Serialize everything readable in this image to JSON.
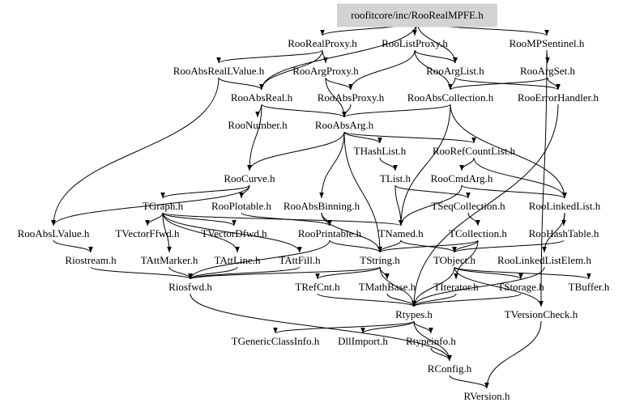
{
  "graph": {
    "title": "roofitcore/inc/RooRealMPFE.h",
    "root": "roofitcore/inc/RooRealMPFE.h",
    "nodes": [
      {
        "id": "root",
        "label": "roofitcore/inc/RooRealMPFE.h",
        "highlight": true
      },
      {
        "id": "RooRealProxy",
        "label": "RooRealProxy.h"
      },
      {
        "id": "RooListProxy",
        "label": "RooListProxy.h"
      },
      {
        "id": "RooMPSentinel",
        "label": "RooMPSentinel.h"
      },
      {
        "id": "RooAbsRealLValue",
        "label": "RooAbsRealLValue.h"
      },
      {
        "id": "RooArgProxy",
        "label": "RooArgProxy.h"
      },
      {
        "id": "RooArgList",
        "label": "RooArgList.h"
      },
      {
        "id": "RooArgSet",
        "label": "RooArgSet.h"
      },
      {
        "id": "RooAbsReal",
        "label": "RooAbsReal.h"
      },
      {
        "id": "RooAbsProxy",
        "label": "RooAbsProxy.h"
      },
      {
        "id": "RooAbsCollection",
        "label": "RooAbsCollection.h"
      },
      {
        "id": "RooErrorHandler",
        "label": "RooErrorHandler.h"
      },
      {
        "id": "RooNumber",
        "label": "RooNumber.h"
      },
      {
        "id": "RooAbsArg",
        "label": "RooAbsArg.h"
      },
      {
        "id": "THashList",
        "label": "THashList.h"
      },
      {
        "id": "RooRefCountList",
        "label": "RooRefCountList.h"
      },
      {
        "id": "RooCurve",
        "label": "RooCurve.h"
      },
      {
        "id": "TList",
        "label": "TList.h"
      },
      {
        "id": "RooCmdArg",
        "label": "RooCmdArg.h"
      },
      {
        "id": "TGraph",
        "label": "TGraph.h"
      },
      {
        "id": "RooPlotable",
        "label": "RooPlotable.h"
      },
      {
        "id": "RooAbsBinning",
        "label": "RooAbsBinning.h"
      },
      {
        "id": "TSeqCollection",
        "label": "TSeqCollection.h"
      },
      {
        "id": "RooLinkedList",
        "label": "RooLinkedList.h"
      },
      {
        "id": "RooAbsLValue",
        "label": "RooAbsLValue.h"
      },
      {
        "id": "TVectorFfwd",
        "label": "TVectorFfwd.h"
      },
      {
        "id": "TVectorDfwd",
        "label": "TVectorDfwd.h"
      },
      {
        "id": "RooPrintable",
        "label": "RooPrintable.h"
      },
      {
        "id": "TNamed",
        "label": "TNamed.h"
      },
      {
        "id": "TCollection",
        "label": "TCollection.h"
      },
      {
        "id": "RooHashTable",
        "label": "RooHashTable.h"
      },
      {
        "id": "Riostream",
        "label": "Riostream.h"
      },
      {
        "id": "TAttMarker",
        "label": "TAttMarker.h"
      },
      {
        "id": "TAttLine",
        "label": "TAttLine.h"
      },
      {
        "id": "TAttFill",
        "label": "TAttFill.h"
      },
      {
        "id": "TString",
        "label": "TString.h"
      },
      {
        "id": "TObject",
        "label": "TObject.h"
      },
      {
        "id": "RooLinkedListElem",
        "label": "RooLinkedListElem.h"
      },
      {
        "id": "Riosfwd",
        "label": "Riosfwd.h"
      },
      {
        "id": "TRefCnt",
        "label": "TRefCnt.h"
      },
      {
        "id": "TMathBase",
        "label": "TMathBase.h"
      },
      {
        "id": "TIterator",
        "label": "TIterator.h"
      },
      {
        "id": "TStorage",
        "label": "TStorage.h"
      },
      {
        "id": "TBuffer",
        "label": "TBuffer.h"
      },
      {
        "id": "Rtypes",
        "label": "Rtypes.h"
      },
      {
        "id": "TVersionCheck",
        "label": "TVersionCheck.h"
      },
      {
        "id": "TGenericClassInfo",
        "label": "TGenericClassInfo.h"
      },
      {
        "id": "DllImport",
        "label": "DllImport.h"
      },
      {
        "id": "Rtypeinfo",
        "label": "Rtypeinfo.h"
      },
      {
        "id": "RConfig",
        "label": "RConfig.h"
      },
      {
        "id": "RVersion",
        "label": "RVersion.h"
      }
    ],
    "edges": [
      [
        "root",
        "RooRealProxy"
      ],
      [
        "root",
        "RooListProxy"
      ],
      [
        "root",
        "RooMPSentinel"
      ],
      [
        "root",
        "RooArgList"
      ],
      [
        "root",
        "RooAbsReal"
      ],
      [
        "RooRealProxy",
        "RooAbsRealLValue"
      ],
      [
        "RooRealProxy",
        "RooArgProxy"
      ],
      [
        "RooRealProxy",
        "RooAbsReal"
      ],
      [
        "RooListProxy",
        "RooArgList"
      ],
      [
        "RooListProxy",
        "RooAbsProxy"
      ],
      [
        "RooListProxy",
        "RooAbsCollection"
      ],
      [
        "RooMPSentinel",
        "RooArgSet"
      ],
      [
        "RooMPSentinel",
        "TVersionCheck"
      ],
      [
        "RooAbsRealLValue",
        "RooAbsReal"
      ],
      [
        "RooAbsRealLValue",
        "RooAbsLValue"
      ],
      [
        "RooArgProxy",
        "RooAbsProxy"
      ],
      [
        "RooArgProxy",
        "RooAbsArg"
      ],
      [
        "RooArgList",
        "RooAbsCollection"
      ],
      [
        "RooArgList",
        "RooErrorHandler"
      ],
      [
        "RooArgSet",
        "RooErrorHandler"
      ],
      [
        "RooArgSet",
        "RooAbsCollection"
      ],
      [
        "RooAbsReal",
        "RooAbsArg"
      ],
      [
        "RooAbsReal",
        "RooCurve"
      ],
      [
        "RooAbsReal",
        "RooNumber"
      ],
      [
        "RooAbsProxy",
        "RooAbsArg"
      ],
      [
        "RooAbsCollection",
        "RooAbsArg"
      ],
      [
        "RooAbsCollection",
        "TNamed"
      ],
      [
        "RooAbsCollection",
        "RooLinkedList"
      ],
      [
        "RooErrorHandler",
        "Rtypes"
      ],
      [
        "RooAbsArg",
        "THashList"
      ],
      [
        "RooAbsArg",
        "RooRefCountList"
      ],
      [
        "RooAbsArg",
        "RooCurve"
      ],
      [
        "RooAbsArg",
        "RooAbsBinning"
      ],
      [
        "RooAbsArg",
        "TString"
      ],
      [
        "THashList",
        "TList"
      ],
      [
        "RooRefCountList",
        "RooLinkedList"
      ],
      [
        "RooRefCountList",
        "RooCmdArg"
      ],
      [
        "RooCurve",
        "TGraph"
      ],
      [
        "RooCurve",
        "RooPlotable"
      ],
      [
        "RooCurve",
        "RooAbsLValue"
      ],
      [
        "TList",
        "TSeqCollection"
      ],
      [
        "TList",
        "TNamed"
      ],
      [
        "RooCmdArg",
        "TNamed"
      ],
      [
        "RooCmdArg",
        "RooLinkedList"
      ],
      [
        "TGraph",
        "TVectorFfwd"
      ],
      [
        "TGraph",
        "TVectorDfwd"
      ],
      [
        "TGraph",
        "TAttMarker"
      ],
      [
        "TGraph",
        "TAttLine"
      ],
      [
        "TGraph",
        "TAttFill"
      ],
      [
        "TGraph",
        "TNamed"
      ],
      [
        "RooPlotable",
        "RooPrintable"
      ],
      [
        "RooAbsBinning",
        "RooPrintable"
      ],
      [
        "RooAbsBinning",
        "TString"
      ],
      [
        "TSeqCollection",
        "TCollection"
      ],
      [
        "RooLinkedList",
        "RooHashTable"
      ],
      [
        "RooLinkedList",
        "RooLinkedListElem"
      ],
      [
        "RooAbsLValue",
        "Riostream"
      ],
      [
        "RooPrintable",
        "TString"
      ],
      [
        "RooPrintable",
        "Riosfwd"
      ],
      [
        "TNamed",
        "TString"
      ],
      [
        "TNamed",
        "TObject"
      ],
      [
        "TCollection",
        "TString"
      ],
      [
        "TCollection",
        "TObject"
      ],
      [
        "TCollection",
        "TIterator"
      ],
      [
        "RooHashTable",
        "TObject"
      ],
      [
        "Riostream",
        "Riosfwd"
      ],
      [
        "TAttMarker",
        "Riosfwd"
      ],
      [
        "TAttLine",
        "Riosfwd"
      ],
      [
        "TAttFill",
        "Riosfwd"
      ],
      [
        "TString",
        "Riosfwd"
      ],
      [
        "TString",
        "TRefCnt"
      ],
      [
        "TString",
        "TMathBase"
      ],
      [
        "TString",
        "Rtypes"
      ],
      [
        "TObject",
        "Rtypes"
      ],
      [
        "TObject",
        "TStorage"
      ],
      [
        "TObject",
        "TBuffer"
      ],
      [
        "TObject",
        "TVersionCheck"
      ],
      [
        "RooLinkedListElem",
        "Rtypes"
      ],
      [
        "Riosfwd",
        "RConfig"
      ],
      [
        "TRefCnt",
        "Rtypes"
      ],
      [
        "TMathBase",
        "Rtypes"
      ],
      [
        "TIterator",
        "Rtypes"
      ],
      [
        "TStorage",
        "Rtypes"
      ],
      [
        "Rtypes",
        "TGenericClassInfo"
      ],
      [
        "Rtypes",
        "DllImport"
      ],
      [
        "Rtypes",
        "Rtypeinfo"
      ],
      [
        "Rtypes",
        "RConfig"
      ],
      [
        "Rtypeinfo",
        "RConfig"
      ],
      [
        "TVersionCheck",
        "RVersion"
      ],
      [
        "RConfig",
        "RVersion"
      ]
    ]
  }
}
